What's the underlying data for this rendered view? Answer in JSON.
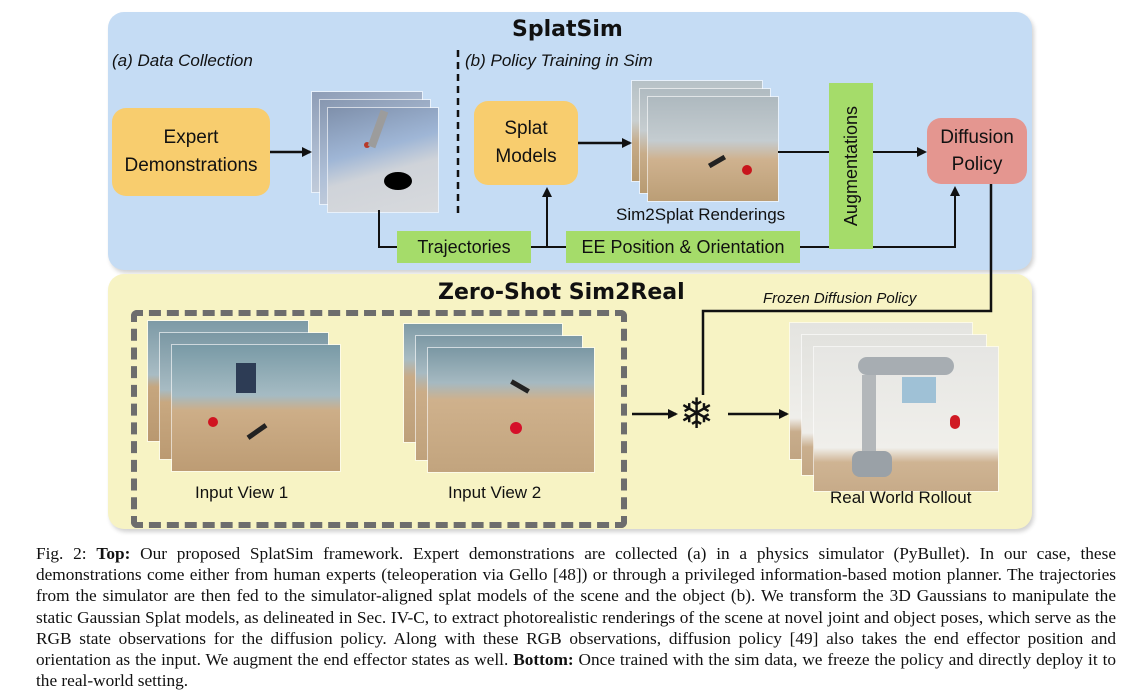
{
  "top": {
    "title": "SplatSim",
    "section_a": "(a) Data Collection",
    "section_b": "(b) Policy Training in Sim",
    "expert_line1": "Expert",
    "expert_line2": "Demonstrations",
    "splat_line1": "Splat",
    "splat_line2": "Models",
    "renderings_label": "Sim2Splat Renderings",
    "augmentations": "Augmentations",
    "diffusion_line1": "Diffusion",
    "diffusion_line2": "Policy",
    "trajectories": "Trajectories",
    "ee_pose": "EE Position & Orientation"
  },
  "bottom": {
    "title": "Zero-Shot Sim2Real",
    "frozen_label": "Frozen Diffusion Policy",
    "input_view_1": "Input View 1",
    "input_view_2": "Input View 2",
    "rollout_label": "Real World Rollout",
    "snowflake_icon": "snowflake-icon"
  },
  "caption": {
    "fig": "Fig. 2: ",
    "top_bold": "Top:",
    "top_text": " Our proposed SplatSim framework. Expert demonstrations are collected (a) in a physics simulator (PyBullet). In our case, these demonstrations come either from human experts (teleoperation via Gello [48]) or through a privileged information-based motion planner. The trajectories from the simulator are then fed to the simulator-aligned splat models of the scene and the object (b). We transform the 3D Gaussians to manipulate the static Gaussian Splat models, as delineated in Sec. IV-C, to extract photorealistic renderings of the scene at novel joint and object poses, which serve as the RGB state observations for the diffusion policy. Along with these RGB observations, diffusion policy [49] also takes the end effector position and orientation as the input. We augment the end effector states as well. ",
    "bottom_bold": "Bottom:",
    "bottom_text": " Once trained with the sim data, we freeze the policy and directly deploy it to the real-world setting."
  },
  "colors": {
    "top_panel": "#c5dcf4",
    "bottom_panel": "#f7f3c4",
    "orange_box": "#f8cd6e",
    "green_box": "#a5dc6a",
    "pink_box": "#e49690"
  }
}
